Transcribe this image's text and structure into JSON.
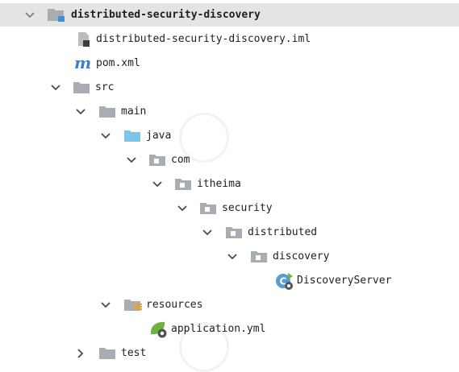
{
  "tree": {
    "root": {
      "label": "distributed-security-discovery",
      "icon": "module-folder-icon"
    },
    "iml_file": {
      "label": "distributed-security-discovery.iml",
      "icon": "iml-file-icon"
    },
    "pom_file": {
      "label": "pom.xml",
      "icon": "maven-icon"
    },
    "src": {
      "label": "src",
      "icon": "folder-icon"
    },
    "main": {
      "label": "main",
      "icon": "folder-icon"
    },
    "java": {
      "label": "java",
      "icon": "source-root-folder-icon"
    },
    "com": {
      "label": "com",
      "icon": "package-icon"
    },
    "itheima": {
      "label": "itheima",
      "icon": "package-icon"
    },
    "security": {
      "label": "security",
      "icon": "package-icon"
    },
    "distributed": {
      "label": "distributed",
      "icon": "package-icon"
    },
    "discovery": {
      "label": "discovery",
      "icon": "package-icon"
    },
    "discovery_server": {
      "label": "DiscoveryServer",
      "icon": "spring-boot-class-icon"
    },
    "resources": {
      "label": "resources",
      "icon": "resources-folder-icon"
    },
    "application_yml": {
      "label": "application.yml",
      "icon": "spring-config-icon"
    },
    "test": {
      "label": "test",
      "icon": "folder-icon"
    }
  },
  "colors": {
    "selection": "#e4e4e4",
    "folder": "#a8adb3",
    "source_root": "#7fc3e6",
    "spring_green": "#6db33f",
    "maven_blue": "#3c7ecf"
  }
}
